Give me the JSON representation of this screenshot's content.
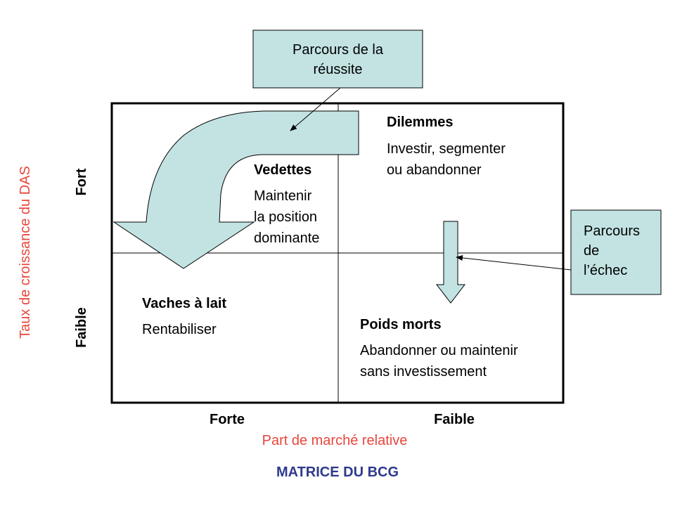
{
  "callouts": {
    "success_path": {
      "line1": "Parcours de la",
      "line2": "réussite"
    },
    "failure_path": {
      "line1": "Parcours",
      "line2": "de",
      "line3": "l’échec"
    }
  },
  "quadrants": {
    "vedettes": {
      "title": "Vedettes",
      "line1": "Maintenir",
      "line2": "la position",
      "line3": "dominante"
    },
    "dilemmes": {
      "title": "Dilemmes",
      "line1": "Investir, segmenter",
      "line2": "ou abandonner"
    },
    "vaches": {
      "title": "Vaches à lait",
      "line1": "Rentabiliser"
    },
    "poids": {
      "title": "Poids morts",
      "line1": "Abandonner ou maintenir",
      "line2": "sans investissement"
    }
  },
  "axes": {
    "y_title": "Taux de croissance du DAS",
    "y_high": "Fort",
    "y_low": "Faible",
    "x_high": "Forte",
    "x_low": "Faible",
    "x_title": "Part de marché relative"
  },
  "footer_title": "MATRICE DU BCG",
  "colors": {
    "callout_fill": "#c3e3e3",
    "axis_title": "#e8463c",
    "footer": "#2e3a8c"
  }
}
